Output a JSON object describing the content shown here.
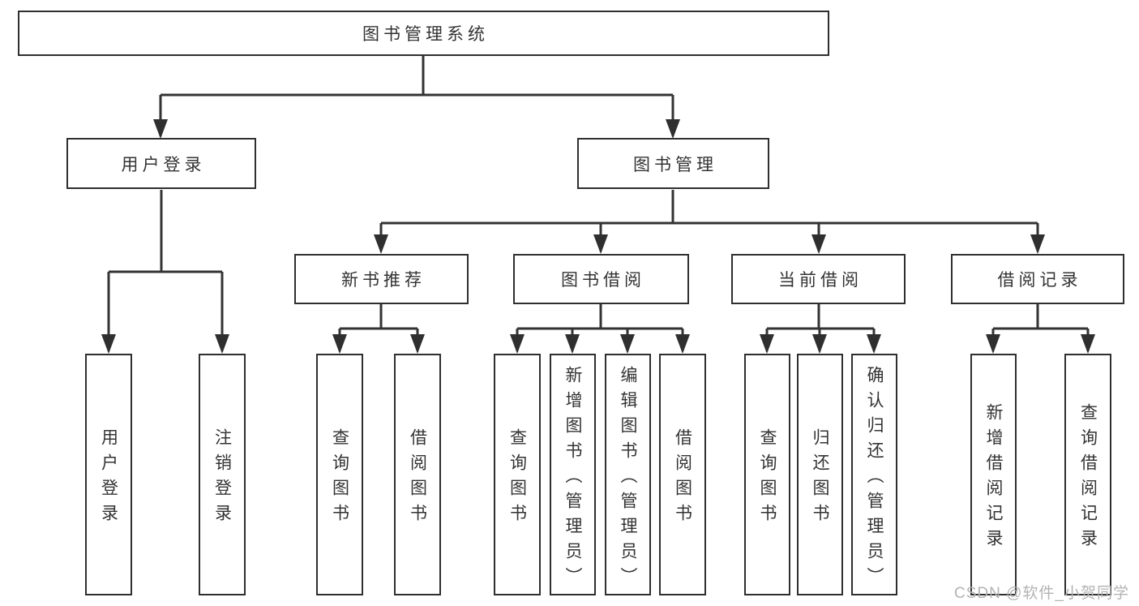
{
  "nodes": {
    "root": "图书管理系统",
    "user_login": "用户登录",
    "book_management": "图书管理",
    "new_book_recommend": "新书推荐",
    "book_borrowing": "图书借阅",
    "current_borrowing": "当前借阅",
    "borrowing_records": "借阅记录",
    "leaf_user_login": "用户登录",
    "leaf_logout_login": "注销登录",
    "leaf_query_books_recommend": "查询图书",
    "leaf_borrow_books_recommend": "借阅图书",
    "leaf_query_books_borrowing": "查询图书",
    "leaf_add_books_admin": "新增图书（管理员）",
    "leaf_edit_books_admin": "编辑图书（管理员）",
    "leaf_borrow_books_borrowing": "借阅图书",
    "leaf_query_books_current": "查询图书",
    "leaf_return_books": "归还图书",
    "leaf_confirm_return_admin": "确认归还（管理员）",
    "leaf_add_borrow_record": "新增借阅记录",
    "leaf_query_borrow_record": "查询借阅记录"
  },
  "watermark": "CSDN @软件_小贺同学",
  "colors": {
    "line": "#333333",
    "box_border": "#2f2f2f",
    "text": "#333333",
    "background": "#ffffff",
    "watermark": "#b3b3b3"
  }
}
